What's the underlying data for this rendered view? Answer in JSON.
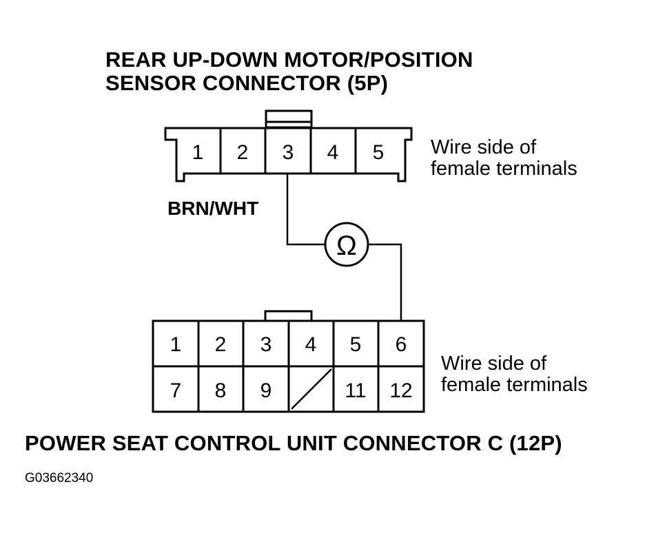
{
  "upper_connector": {
    "title_line1": "REAR UP-DOWN MOTOR/POSITION",
    "title_line2": "SENSOR CONNECTOR (5P)",
    "terminals": [
      "1",
      "2",
      "3",
      "4",
      "5"
    ],
    "side_note_line1": "Wire side of",
    "side_note_line2": "female terminals"
  },
  "wire_label": "BRN/WHT",
  "meter_symbol": "Ω",
  "meter_icon": "ohmmeter-icon",
  "lower_connector": {
    "row1": [
      "1",
      "2",
      "3",
      "4",
      "5",
      "6"
    ],
    "row2": [
      "7",
      "8",
      "9",
      "",
      "11",
      "12"
    ],
    "side_note_line1": "Wire side of",
    "side_note_line2": "female terminals",
    "title": "POWER SEAT CONTROL UNIT CONNECTOR C (12P)"
  },
  "figure_id": "G03662340"
}
